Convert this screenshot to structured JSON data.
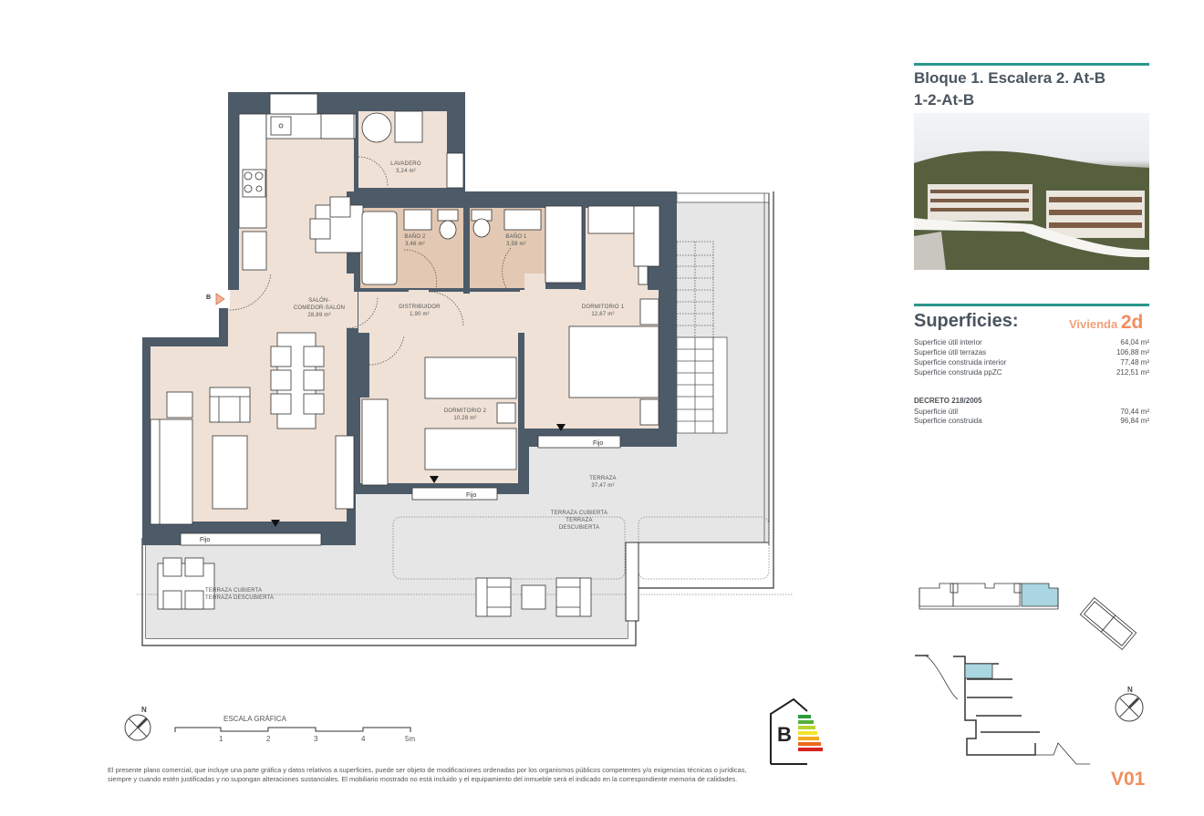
{
  "header": {
    "title_line1": "Bloque 1. Escalera 2. At-B",
    "title_line2": "1-2-At-B"
  },
  "photo": {
    "description": "Rendering of residential apartment buildings on a hillside"
  },
  "rooms": [
    {
      "name": "LAVADERO",
      "area": "3,24 m²"
    },
    {
      "name": "BAÑO 2",
      "area": "3,46 m²"
    },
    {
      "name": "BAÑO 1",
      "area": "3,58 m²"
    },
    {
      "name": "SALÓN-COMEDOR-SALÓN",
      "name_line1": "SALÓN-",
      "name_line2": "COMEDOR-SALÓN",
      "area": "28,89 m²"
    },
    {
      "name": "DISTRIBUIDOR",
      "area": "1,90 m²"
    },
    {
      "name": "DORMITORIO 1",
      "area": "12,67 m²"
    },
    {
      "name": "DORMITORIO 2",
      "area": "10,28 m²"
    },
    {
      "name": "TERRAZA",
      "area": "37,47 m²"
    }
  ],
  "plan_labels": {
    "entrance": "B",
    "fixed_window": "Fijo",
    "terraza_cubierta": "TERRAZA CUBIERTA",
    "terraza_descubierta": "TERRAZA DESCUBIERTA"
  },
  "superficies": {
    "title": "Superficies:",
    "vivienda_label": "Vivienda",
    "vivienda_type": "2d",
    "rows": [
      {
        "label": "Superficie útil interior",
        "value": "64,04 m²"
      },
      {
        "label": "Superficie útil terrazas",
        "value": "106,88 m²"
      },
      {
        "label": "Superficie construida interior",
        "value": "77,48 m²"
      },
      {
        "label": "Superficie construida ppZC",
        "value": "212,51 m²"
      }
    ],
    "decreto_title": "DECRETO 218/2005",
    "decreto_rows": [
      {
        "label": "Superficie útil",
        "value": "70,44 m²"
      },
      {
        "label": "Superficie construida",
        "value": "96,84 m²"
      }
    ]
  },
  "scale": {
    "title": "ESCALA GRÁFICA",
    "ticks": [
      "1",
      "2",
      "3",
      "4",
      "5m"
    ]
  },
  "compass": {
    "label": "N"
  },
  "energy": {
    "rating": "B"
  },
  "sheet_code": "V01",
  "disclaimer": "El presente plano comercial, que incluye una parte gráfica y datos relativos a superficies, puede ser objeto de modificaciones ordenadas por los organismos públicos competentes y/o exigencias técnicas o jurídicas, siempre y cuando estén justificadas y no supongan alteraciones sustanciales. El mobiliario mostrado no está incluido y el equipamiento del inmueble será el indicado en la correspondiente memoria de calidades.",
  "colors": {
    "wall": "#4d5b69",
    "room_fill": "#efe1d6",
    "bath_fill": "#e3c9b3",
    "terrace_fill": "#e6e6e6",
    "accent_teal": "#2a958e",
    "accent_orange": "#f08d5e",
    "highlight_blue": "#a9d6e0"
  }
}
